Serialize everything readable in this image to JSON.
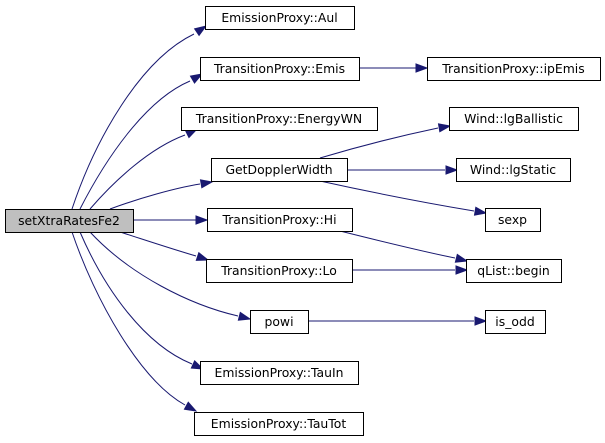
{
  "graph": {
    "root": "setXtraRatesFe2",
    "nodes": {
      "setXtraRatesFe2": "setXtraRatesFe2",
      "emission_aul": "EmissionProxy::Aul",
      "transition_emis": "TransitionProxy::Emis",
      "transition_ipemis": "TransitionProxy::ipEmis",
      "transition_energywn": "TransitionProxy::EnergyWN",
      "wind_lgballistic": "Wind::lgBallistic",
      "get_doppler_width": "GetDopplerWidth",
      "wind_lgstatic": "Wind::lgStatic",
      "sexp": "sexp",
      "transition_hi": "TransitionProxy::Hi",
      "transition_lo": "TransitionProxy::Lo",
      "qlist_begin": "qList::begin",
      "powi": "powi",
      "is_odd": "is_odd",
      "emission_tauin": "EmissionProxy::TauIn",
      "emission_tautot": "EmissionProxy::TauTot"
    },
    "edges": [
      [
        "setXtraRatesFe2",
        "emission_aul"
      ],
      [
        "setXtraRatesFe2",
        "transition_emis"
      ],
      [
        "setXtraRatesFe2",
        "transition_energywn"
      ],
      [
        "setXtraRatesFe2",
        "get_doppler_width"
      ],
      [
        "setXtraRatesFe2",
        "transition_hi"
      ],
      [
        "setXtraRatesFe2",
        "transition_lo"
      ],
      [
        "setXtraRatesFe2",
        "powi"
      ],
      [
        "setXtraRatesFe2",
        "emission_tauin"
      ],
      [
        "setXtraRatesFe2",
        "emission_tautot"
      ],
      [
        "transition_emis",
        "transition_ipemis"
      ],
      [
        "get_doppler_width",
        "wind_lgballistic"
      ],
      [
        "get_doppler_width",
        "wind_lgstatic"
      ],
      [
        "get_doppler_width",
        "sexp"
      ],
      [
        "transition_hi",
        "qlist_begin"
      ],
      [
        "transition_lo",
        "qlist_begin"
      ],
      [
        "powi",
        "is_odd"
      ]
    ]
  }
}
